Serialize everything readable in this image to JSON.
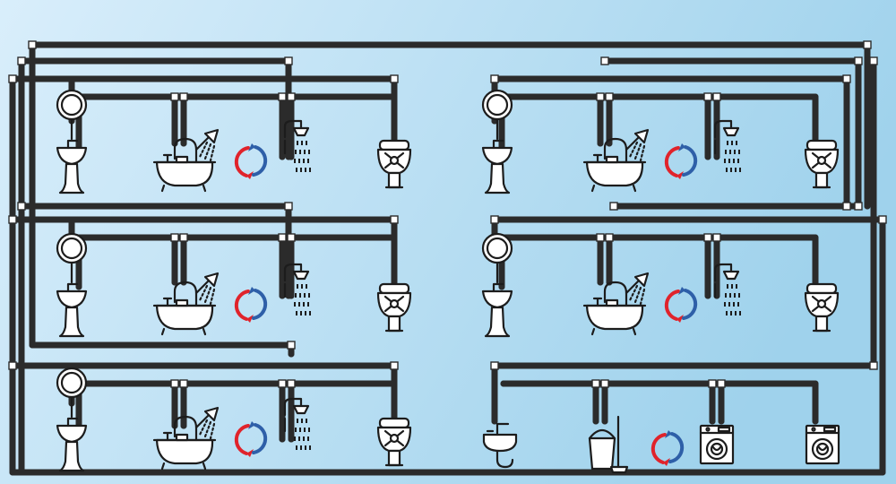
{
  "scene": {
    "background": {
      "left": "#d9eefb",
      "right": "#9fd2ec"
    },
    "pipe_color": "#2b2b2b",
    "hot_arrow_color": "#e0232b",
    "cold_arrow_color": "#2e5fa8"
  },
  "bathrooms": [
    {
      "id": "left-top",
      "fixtures": [
        "sink-icon",
        "bathtub-icon",
        "circulation-arrows-icon",
        "shower-icon",
        "toilet-icon"
      ]
    },
    {
      "id": "left-middle",
      "fixtures": [
        "sink-icon",
        "bathtub-icon",
        "circulation-arrows-icon",
        "shower-icon",
        "toilet-icon"
      ]
    },
    {
      "id": "left-bottom",
      "fixtures": [
        "sink-icon",
        "bathtub-icon",
        "circulation-arrows-icon",
        "shower-icon",
        "toilet-icon"
      ]
    },
    {
      "id": "right-top",
      "fixtures": [
        "sink-icon",
        "bathtub-icon",
        "circulation-arrows-icon",
        "shower-icon",
        "toilet-icon"
      ]
    },
    {
      "id": "right-middle",
      "fixtures": [
        "sink-icon",
        "bathtub-icon",
        "circulation-arrows-icon",
        "shower-icon",
        "toilet-icon"
      ]
    }
  ],
  "utility_room": {
    "id": "right-bottom",
    "fixtures": [
      "utility-sink-icon",
      "mop-bucket-icon",
      "circulation-arrows-icon",
      "washing-machine-icon",
      "washing-machine-icon"
    ]
  }
}
